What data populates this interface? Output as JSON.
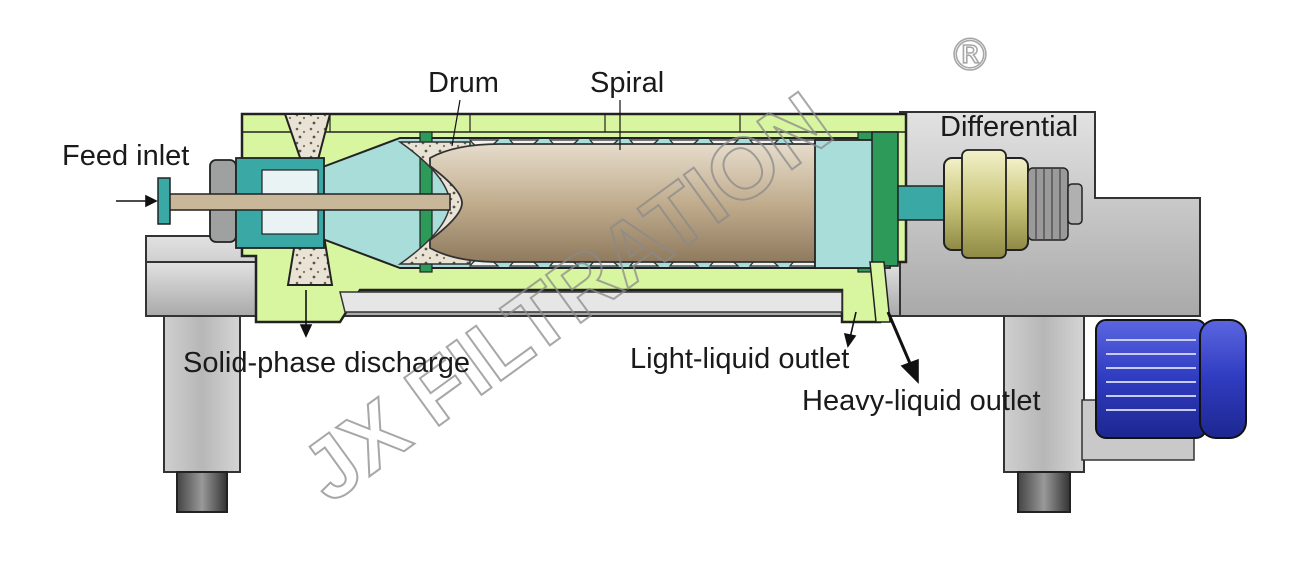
{
  "labels": {
    "drum": "Drum",
    "spiral": "Spiral",
    "differential": "Differential",
    "feed_inlet": "Feed inlet",
    "solid_phase_discharge": "Solid-phase discharge",
    "light_liquid_outlet": "Light-liquid outlet",
    "heavy_liquid_outlet": "Heavy-liquid outlet"
  },
  "watermark": {
    "text": "JX FILTRATION",
    "mark": "®"
  },
  "colors": {
    "housing": "#d8f5a0",
    "frame": "#c8c8c8",
    "drum_fill": "#a9ddd9",
    "core": "#c9b79a",
    "motor": "#3a47c8",
    "differential": "#d3cf8c",
    "outline": "#222222"
  }
}
